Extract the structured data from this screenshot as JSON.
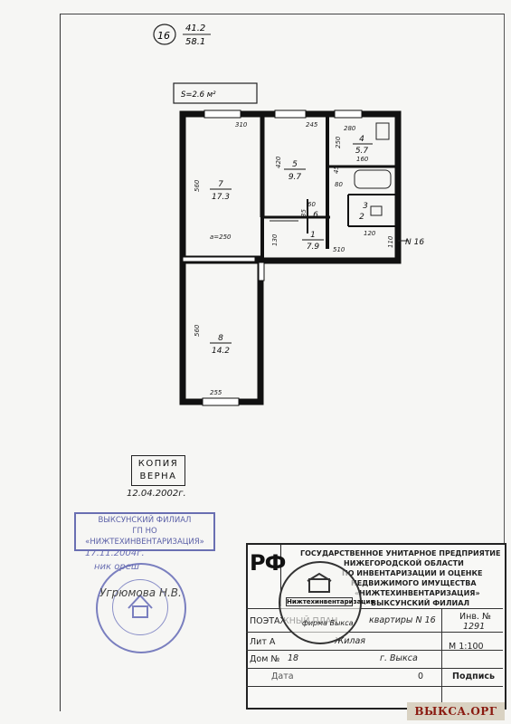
{
  "header": {
    "apartment_number": "16",
    "area_living": "41.2",
    "area_total": "58.1"
  },
  "plan": {
    "balcony_label": "S=2.6 м²",
    "wall_labels": [
      "310",
      "245",
      "280",
      "420",
      "250",
      "560",
      "160",
      "a=250",
      "130",
      "510",
      "110",
      "120",
      "560",
      "255",
      "80",
      "60",
      "35",
      "45"
    ],
    "rooms": [
      {
        "number": "7",
        "area": "17.3"
      },
      {
        "number": "5",
        "area": "9.7"
      },
      {
        "number": "4",
        "area": "5.7"
      },
      {
        "number": "3",
        "area": ""
      },
      {
        "number": "2",
        "area": ""
      },
      {
        "number": "6",
        "area": ""
      },
      {
        "number": "1",
        "area": "7.9"
      },
      {
        "number": "8",
        "area": "14.2"
      }
    ],
    "flat_tag": "N 16"
  },
  "copy_stamp": {
    "line1": "КОПИЯ",
    "line2": "ВЕРНА",
    "date": "12.04.2002г."
  },
  "filial_stamp": {
    "line1": "ВЫКСУНСКИЙ ФИЛИАЛ",
    "line2": "ГП НО",
    "line3": "«НИЖТЕХИНВЕНТАРИЗАЦИЯ»"
  },
  "signatures": {
    "date": "17.11.2004г.",
    "note": "ник ореш",
    "name": "Угрюмова Н.В."
  },
  "round_stamp": {
    "ring_text": "Нижтехинвентаризация",
    "center": "фирма Выкса"
  },
  "title_block": {
    "rf": "РФ",
    "org_lines": [
      "ГОСУДАРСТВЕННОЕ УНИТАРНОЕ ПРЕДПРИЯТИЕ",
      "НИЖЕГОРОДСКОЙ ОБЛАСТИ",
      "ПО ИНВЕНТАРИЗАЦИИ И ОЦЕНКЕ",
      "НЕДВИЖИМОГО ИМУЩЕСТВА",
      "«НИЖТЕХИНВЕНТАРИЗАЦИЯ»",
      "ВЫКСУНСКИЙ ФИЛИАЛ"
    ],
    "plan_label": "ПОЭТАЖНЫЙ ПЛАН",
    "plan_value": "квартиры N 16",
    "inv_label": "Инв. №",
    "inv_value": "1291",
    "lit_label": "Лит А",
    "lit_value": "Жилая",
    "house_label": "Дом №",
    "house_value": "18",
    "street_value": "г. Выкса",
    "scale": "М 1:100",
    "date_label": "Дата",
    "date_value": "0",
    "sign_label": "Подпись"
  },
  "watermark": "ВЫКСА.ОРГ"
}
